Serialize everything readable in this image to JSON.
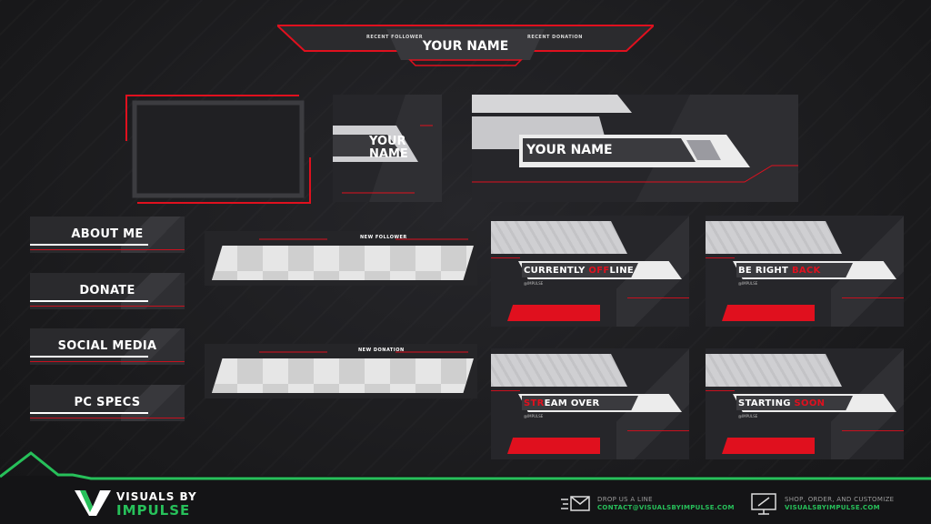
{
  "top_bar": {
    "name": "YOUR NAME",
    "left_label": "RECENT FOLLOWER",
    "right_label": "RECENT DONATION"
  },
  "cam_box": {
    "name_line1": "YOUR",
    "name_line2": "NAME"
  },
  "banner": {
    "name": "YOUR NAME"
  },
  "panels": [
    {
      "label": "ABOUT ME"
    },
    {
      "label": "DONATE"
    },
    {
      "label": "SOCIAL MEDIA"
    },
    {
      "label": "PC SPECS"
    }
  ],
  "alerts": [
    {
      "title": "NEW FOLLOWER"
    },
    {
      "title": "NEW DONATION"
    }
  ],
  "screens": [
    {
      "white": "CURRENTLY ",
      "red": "OFF",
      "white2": "LINE",
      "handle": "@IMPULSE"
    },
    {
      "white": "BE RIGHT ",
      "red": "BACK",
      "white2": "",
      "handle": "@IMPULSE"
    },
    {
      "white": "",
      "red": "STR",
      "white2": "EAM OVER",
      "handle": "@IMPULSE"
    },
    {
      "white": "STARTING ",
      "red": "SOON",
      "white2": "",
      "handle": "@IMPULSE"
    }
  ],
  "footer": {
    "brand_line1": "VISUALS BY",
    "brand_line2": "IMPULSE",
    "contact_label": "DROP US A LINE",
    "contact_value": "CONTACT@VISUALSBYIMPULSE.COM",
    "shop_label": "SHOP, ORDER, AND CUSTOMIZE",
    "shop_value": "VISUALSBYIMPULSE.COM"
  },
  "colors": {
    "accent_red": "#e0101e",
    "brand_green": "#27c05a",
    "background": "#1c1c1e"
  }
}
